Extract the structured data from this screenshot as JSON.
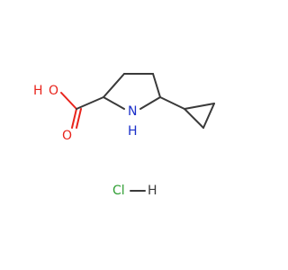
{
  "molecule": {
    "atoms": {
      "hydroxyl_oxygen": "O",
      "hydroxyl_hydrogen": "H",
      "carbonyl_oxygen": "O",
      "ring_nitrogen": "N",
      "ring_nitrogen_hydrogen": "H",
      "salt_chlorine": "Cl",
      "salt_hydrogen": "H"
    },
    "colors": {
      "bond": "#3a3a3a",
      "oxygen": "#e8241c",
      "nitrogen": "#1a2fc9",
      "chlorine": "#2f9e33",
      "hydrogen": "#3a3a3a"
    }
  }
}
